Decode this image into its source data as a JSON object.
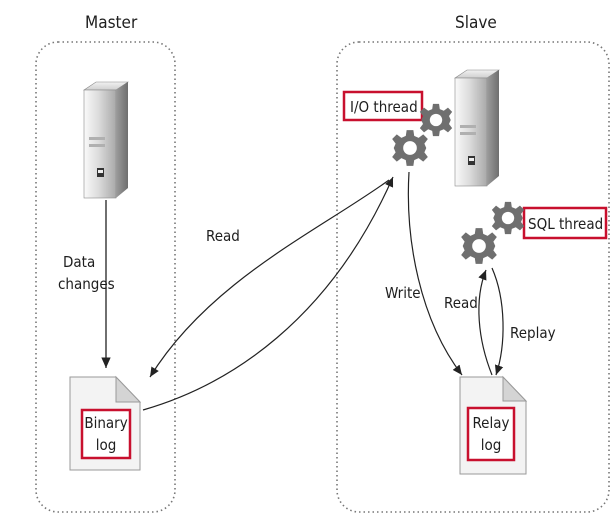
{
  "diagram": {
    "master": {
      "title": "Master"
    },
    "slave": {
      "title": "Slave"
    },
    "io_thread": {
      "label": "I/O thread"
    },
    "sql_thread": {
      "label": "SQL thread"
    },
    "binary_log": {
      "line1": "Binary",
      "line2": "log"
    },
    "relay_log": {
      "line1": "Relay",
      "line2": "log"
    },
    "edges": {
      "data_changes": {
        "line1": "Data",
        "line2": "changes"
      },
      "read_master": "Read",
      "write": "Write",
      "read_slave": "Read",
      "replay": "Replay"
    }
  },
  "colors": {
    "highlight_box": "#c8102e",
    "server_gradient_light": "#f4f4f4",
    "server_gradient_dark": "#8a8a8a",
    "gear": "#6f6f6f",
    "dashed_border": "#777777"
  }
}
